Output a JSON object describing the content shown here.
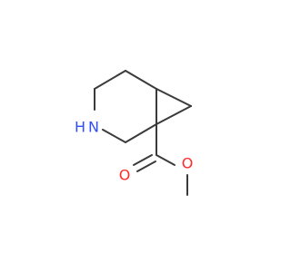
{
  "molecule": {
    "atoms": {
      "nitrogen": {
        "label": "N",
        "hydrogen": "H"
      },
      "carbonyl_oxygen": {
        "label": "O"
      },
      "ester_oxygen": {
        "label": "O"
      }
    },
    "colors": {
      "bond": "#3a3a3a",
      "nitrogen": "#3050f8",
      "oxygen": "#ff2a2a"
    }
  }
}
